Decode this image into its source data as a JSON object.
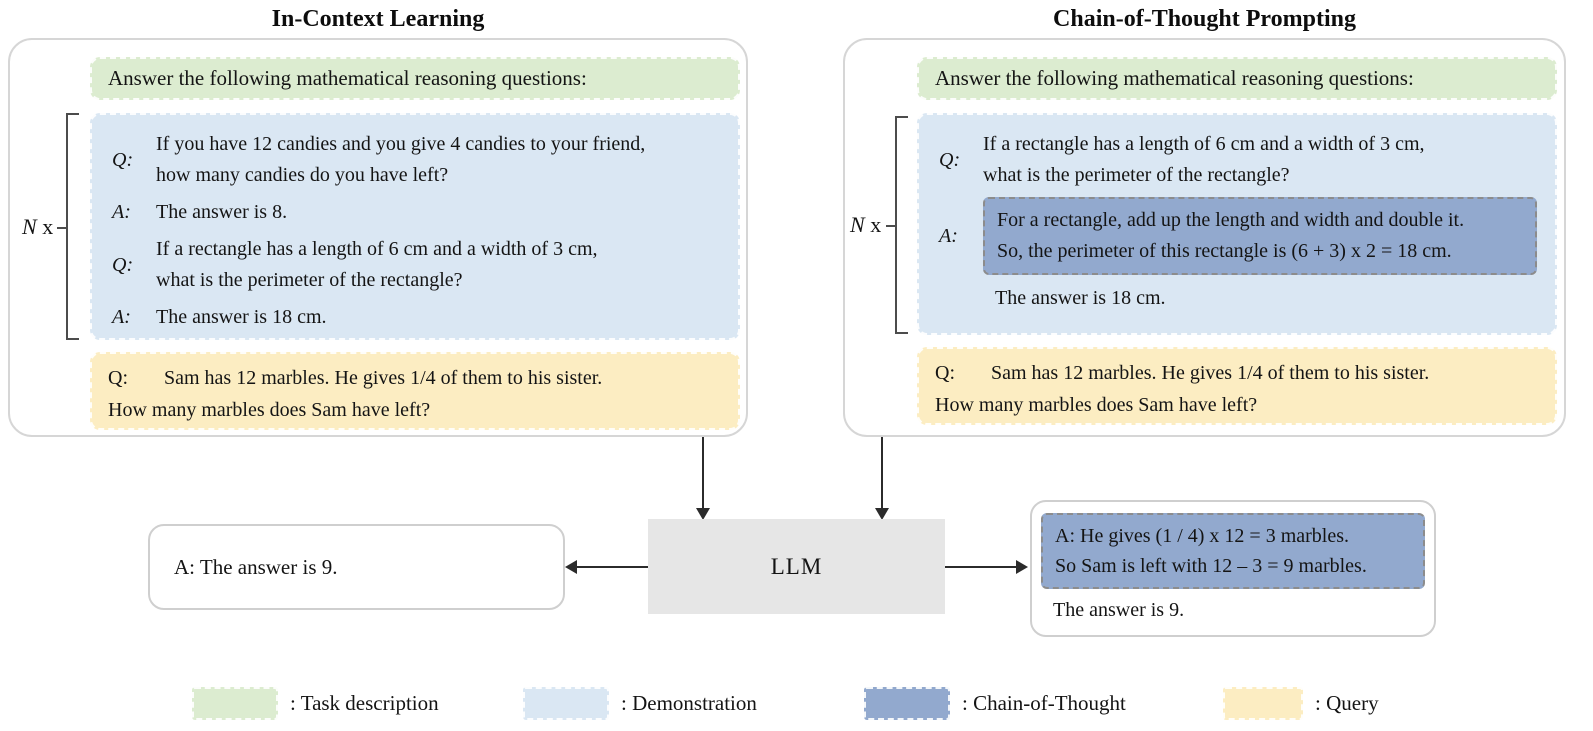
{
  "titles": {
    "icl": "In-Context Learning",
    "cot": "Chain-of-Thought Prompting"
  },
  "panels": {
    "icl": {
      "task": "Answer the following mathematical reasoning questions:",
      "repeat_label_n": "N",
      "repeat_label_x": "x",
      "demo": [
        {
          "label": "Q:",
          "lines": [
            "If you have 12 candies and you give 4 candies to your friend,",
            "how many candies do you have left?"
          ]
        },
        {
          "label": "A:",
          "lines": [
            "The answer is 8."
          ]
        },
        {
          "label": "Q:",
          "lines": [
            "If a rectangle has a length of 6 cm and a width of 3 cm,",
            "what is the perimeter of the rectangle?"
          ]
        },
        {
          "label": "A:",
          "lines": [
            "The answer is 18 cm."
          ]
        }
      ],
      "query": {
        "label": "Q:",
        "line1": "Sam has 12 marbles. He gives 1/4 of them to his sister.",
        "line2": "How many marbles does Sam have left?"
      }
    },
    "cot": {
      "task": "Answer the following mathematical reasoning questions:",
      "repeat_label_n": "N",
      "repeat_label_x": "x",
      "demo_q": {
        "label": "Q:",
        "lines": [
          "If a rectangle has a length of 6 cm and a width of 3 cm,",
          "what is the perimeter of the rectangle?"
        ]
      },
      "demo_a": {
        "label": "A:",
        "cot_lines": [
          "For a rectangle, add up the length and width and double it.",
          "So, the perimeter of this rectangle is (6 + 3) x 2 = 18 cm."
        ],
        "final": "The answer is 18 cm."
      },
      "query": {
        "label": "Q:",
        "line1": "Sam has 12 marbles. He gives 1/4 of them to his sister.",
        "line2": "How many marbles does Sam have left?"
      }
    }
  },
  "llm": {
    "label": "LLM"
  },
  "outputs": {
    "icl": {
      "answer": "A: The answer is 9."
    },
    "cot": {
      "cot_lines": [
        "A: He gives (1 / 4) x 12 = 3 marbles.",
        "So Sam is left with 12 – 3 = 9 marbles."
      ],
      "final": "The answer is 9."
    }
  },
  "legend": [
    {
      "label": ": Task description",
      "color": "#dcecd0"
    },
    {
      "label": ": Demonstration",
      "color": "#dae7f3"
    },
    {
      "label": ": Chain-of-Thought",
      "color": "#92a9ce"
    },
    {
      "label": ": Query",
      "color": "#fcedc2"
    }
  ],
  "colors": {
    "task_description": "#dcecd0",
    "demonstration": "#dae7f3",
    "chain_of_thought": "#92a9ce",
    "query": "#fcedc2",
    "llm_box": "#e6e6e6",
    "panel_border": "#d6d6d6",
    "arrow": "#2b2b2b"
  }
}
